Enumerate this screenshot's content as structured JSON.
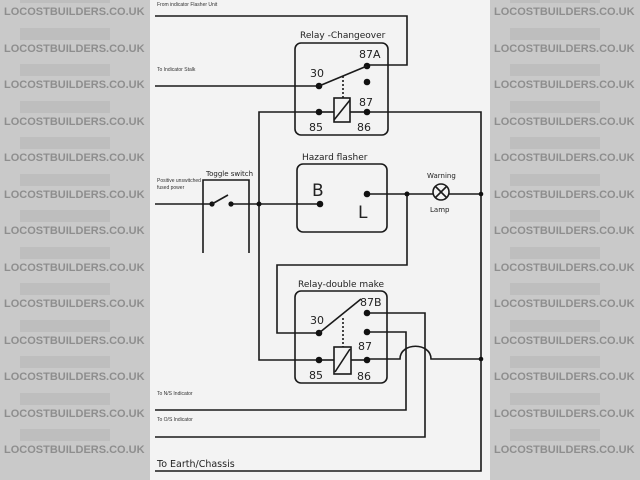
{
  "watermark": "LOCOSTBUILDERS.CO.UK",
  "labels": {
    "from_flasher": "From indicator Flasher Unit",
    "to_stalk": "To Indicator Stalk",
    "positive_line1": "Positive unswitched",
    "positive_line2": "fused power",
    "to_ns": "To N/S Indicator",
    "to_os": "To O/S Indicator",
    "to_earth": "To Earth/Chassis"
  },
  "relay_changeover": {
    "title": "Relay -Changeover",
    "pins": {
      "p30": "30",
      "p87a": "87A",
      "p87": "87",
      "p85": "85",
      "p86": "86"
    }
  },
  "hazard_flasher": {
    "title": "Hazard flasher",
    "b": "B",
    "l": "L"
  },
  "toggle_switch": {
    "title": "Toggle switch"
  },
  "warning_lamp": {
    "line1": "Warning",
    "line2": "Lamp"
  },
  "relay_double": {
    "title": "Relay-double make",
    "pins": {
      "p30": "30",
      "p87b": "87B",
      "p87": "87",
      "p85": "85",
      "p86": "86"
    }
  }
}
